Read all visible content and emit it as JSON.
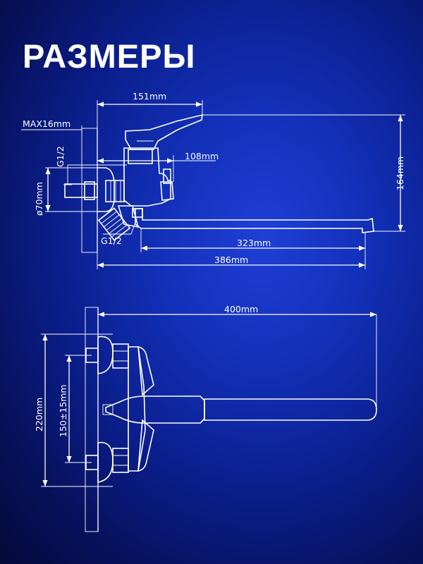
{
  "title": "РАЗМЕРЫ",
  "side_view": {
    "width_top": "151mm",
    "wall_max": "MAX16mm",
    "thread_top": "G1/2",
    "flange": "ø70mm",
    "depth": "108mm",
    "height": "164mm",
    "thread_bottom": "G1/2",
    "spout": "323mm",
    "total_length": "386mm"
  },
  "front_view": {
    "total_length": "400mm",
    "height": "220mm",
    "center_distance": "150±15mm"
  },
  "colors": {
    "background": "#0b1e8c",
    "lines": "#ffffff"
  }
}
